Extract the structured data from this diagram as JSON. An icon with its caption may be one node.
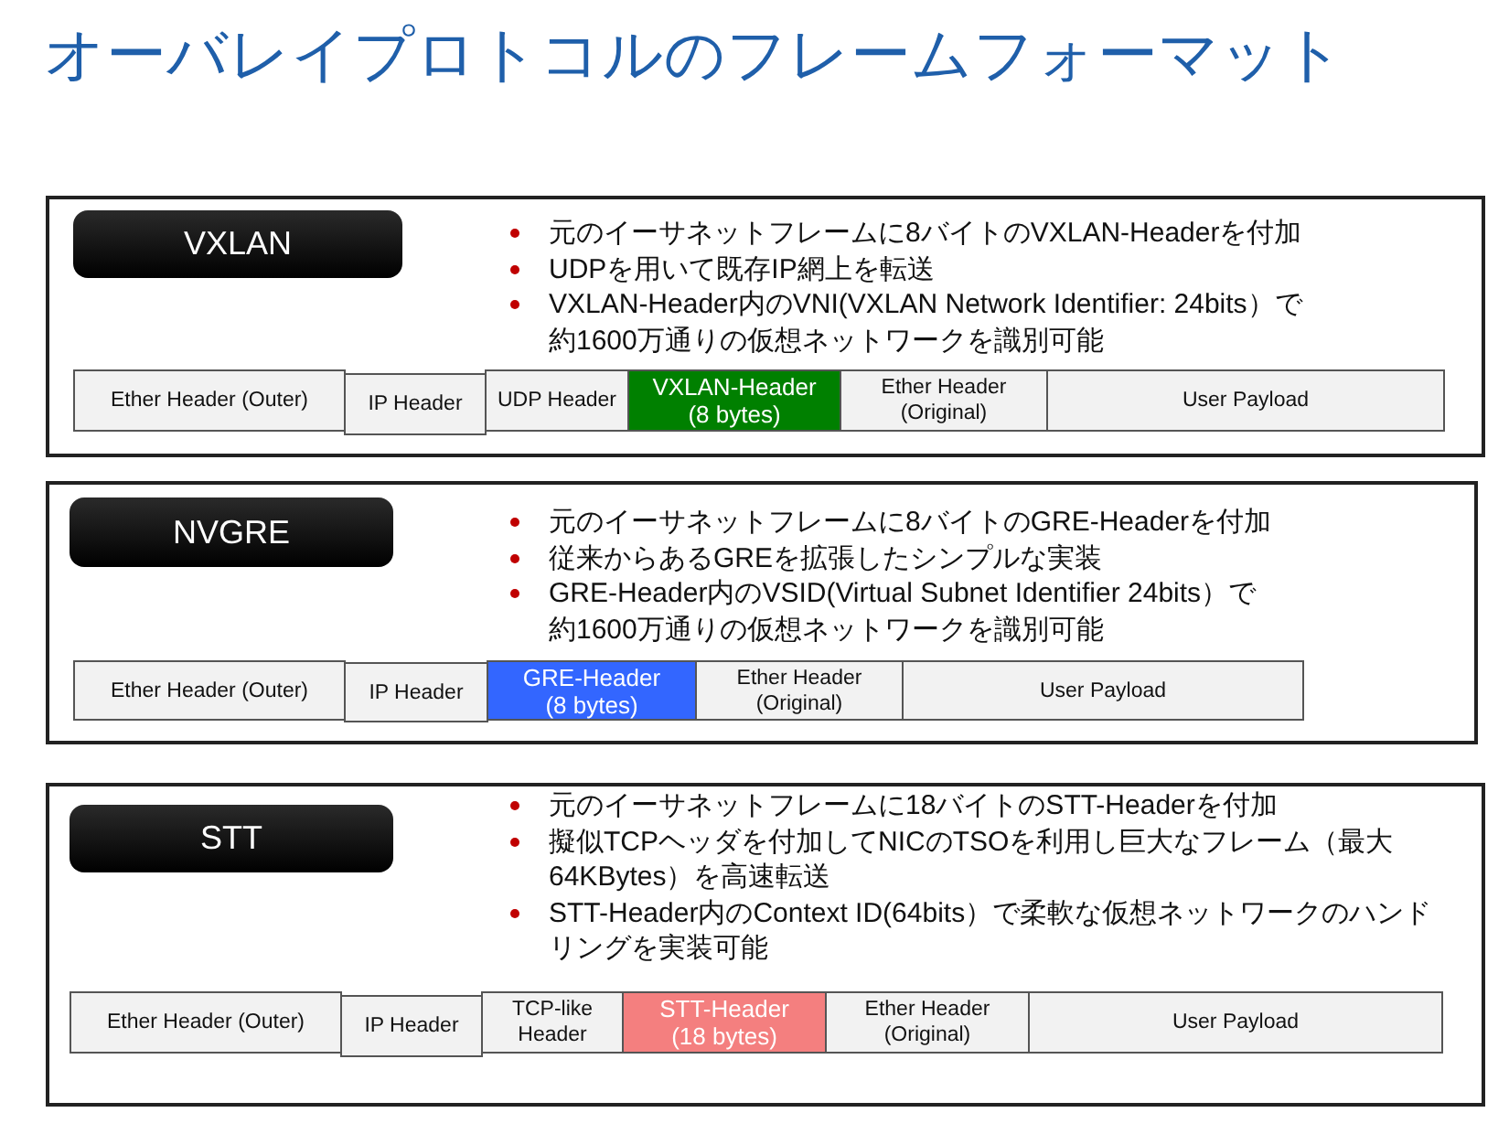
{
  "diagram": {
    "title": "オーバレイプロトコルのフレームフォーマット",
    "nodes": [
      {
        "text": [
          "元のイーサネットフレームに8バイトのVXLAN-Headerを付加",
          "UDPを用いて既存IP網上を転送",
          "VXLAN-Header内のVNI(VXLAN Network Identifier: 24bits）で約1600万通りの仮想ネットワークを識別可能"
        ]
      },
      {
        "text": [
          "VXLAN"
        ],
        "in": 0
      },
      {
        "text": [
          "Ether Header (Outer)"
        ],
        "in": 0
      },
      {
        "text": [
          "IP Header"
        ],
        "in": 0
      },
      {
        "text": [
          "UDP Header"
        ],
        "in": 0
      },
      {
        "text": [
          "VXLAN-Header (8 bytes)"
        ],
        "in": 0
      },
      {
        "text": [
          "Ether Header (Original)"
        ],
        "in": 0
      },
      {
        "text": [
          "User Payload"
        ],
        "in": 0
      },
      {
        "text": [
          "元のイーサネットフレームに8バイトのGRE-Headerを付加",
          "従来からあるGREを拡張したシンプルな実装",
          "GRE-Header内のVSID(Virtual Subnet Identifier 24bits）で約1600万通りの仮想ネットワークを識別可能"
        ]
      },
      {
        "text": [
          "NVGRE"
        ],
        "in": 8
      },
      {
        "text": [
          "Ether Header (Outer)"
        ],
        "in": 8
      },
      {
        "text": [
          "IP Header"
        ],
        "in": 8
      },
      {
        "text": [
          "GRE-Header (8 bytes)"
        ],
        "in": 8
      },
      {
        "text": [
          "Ether Header (Original)"
        ],
        "in": 8
      },
      {
        "text": [
          "User Payload"
        ],
        "in": 8
      },
      {
        "text": [
          "元のイーサネットフレームに18バイトのSTT-Headerを付加",
          "擬似TCPヘッダを付加してNICのTSOを利用し巨大なフレーム（最大64KBytes）を高速転送",
          "STT-Header内のContext ID(64bits）で柔軟な仮想ネットワークのハンドリングを実装可能"
        ]
      },
      {
        "text": [
          "STT"
        ],
        "in": 15
      },
      {
        "text": [
          "Ether Header (Outer)"
        ],
        "in": 15
      },
      {
        "text": [
          "IP Header"
        ],
        "in": 15
      },
      {
        "text": [
          "TCP-like Header"
        ],
        "in": 15
      },
      {
        "text": [
          "STT-Header (18 bytes)"
        ],
        "in": 15
      },
      {
        "text": [
          "Ether Header (Original)"
        ],
        "in": 15
      },
      {
        "text": [
          "User Payload"
        ],
        "in": 15
      }
    ]
  }
}
